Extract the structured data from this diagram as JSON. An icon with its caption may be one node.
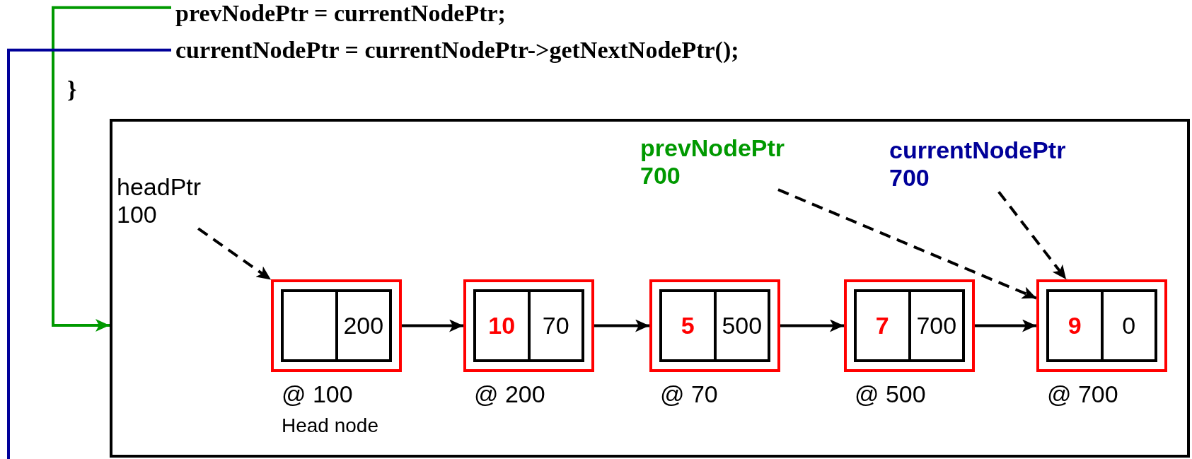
{
  "diagram": {
    "nodes": [
      {
        "text": [
          "prevNodePtr = currentNodePtr;"
        ]
      },
      {
        "text": [
          "currentNodePtr = currentNodePtr->getNextNodePtr();"
        ]
      },
      {
        "text": [],
        "shape": "box"
      },
      {
        "text": [
          "headPtr 100"
        ],
        "in": 2
      },
      {
        "text": [
          "prevNodePtr 700"
        ],
        "in": 2
      },
      {
        "text": [
          "currentNodePtr 700"
        ],
        "in": 2
      },
      {
        "text": [
          "200"
        ],
        "in": 2,
        "beside": [
          "@ 100",
          "Head node"
        ]
      },
      {
        "text": [
          "10",
          "70"
        ],
        "in": 2,
        "beside": [
          "@ 200"
        ]
      },
      {
        "text": [
          "5",
          "500"
        ],
        "in": 2,
        "beside": [
          "@ 70"
        ]
      },
      {
        "text": [
          "7",
          "700"
        ],
        "in": 2,
        "beside": [
          "@ 500"
        ]
      },
      {
        "text": [
          "9",
          "0"
        ],
        "in": 2,
        "beside": [
          "@ 700"
        ]
      }
    ],
    "edges": [
      {
        "from": 0,
        "to": 2,
        "arrow": "to",
        "color": "#009900"
      },
      {
        "from": 1,
        "to": null,
        "arrow": "none",
        "color": "#000099"
      },
      {
        "from": 3,
        "to": 6,
        "arrow": "to",
        "style": "dashed"
      },
      {
        "from": 4,
        "to": 10,
        "arrow": "to",
        "style": "dashed"
      },
      {
        "from": 5,
        "to": 10,
        "arrow": "to",
        "style": "dashed"
      },
      {
        "from": 6,
        "to": 7,
        "arrow": "to"
      },
      {
        "from": 7,
        "to": 8,
        "arrow": "to"
      },
      {
        "from": 8,
        "to": 9,
        "arrow": "to"
      },
      {
        "from": 9,
        "to": 10,
        "arrow": "to"
      }
    ],
    "labels": [
      "}"
    ]
  }
}
